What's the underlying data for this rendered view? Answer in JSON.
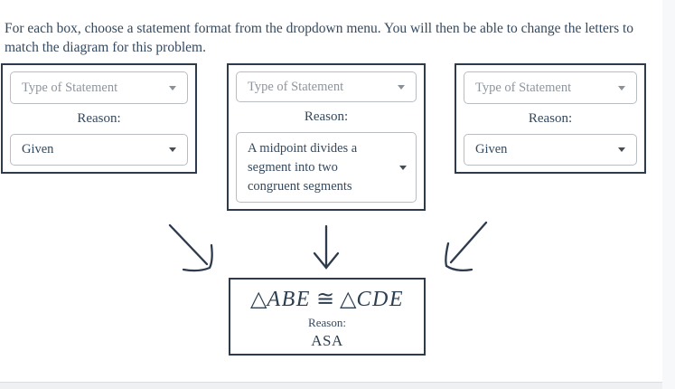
{
  "instructions": "For each box, choose a statement format from the dropdown menu. You will then be able to change the letters to match the diagram for this problem.",
  "boxes": [
    {
      "statement_placeholder": "Type of Statement",
      "reason_label": "Reason:",
      "reason_value": "Given"
    },
    {
      "statement_placeholder": "Type of Statement",
      "reason_label": "Reason:",
      "reason_value": "A midpoint divides a segment into two congruent segments"
    },
    {
      "statement_placeholder": "Type of Statement",
      "reason_label": "Reason:",
      "reason_value": "Given"
    }
  ],
  "conclusion": {
    "triangle_symbol": "△",
    "left_letters": "ABE",
    "congruent_symbol": "≅",
    "right_letters": "CDE",
    "reason_label": "Reason:",
    "reason_value": "ASA"
  },
  "colors": {
    "accent_navy": "#2d3b4d",
    "text": "#34495e",
    "placeholder_gray": "#8f959d",
    "select_border": "#b9bdc2",
    "bottom_band": "#eef0f2",
    "right_strip": "#f7f8fa"
  }
}
